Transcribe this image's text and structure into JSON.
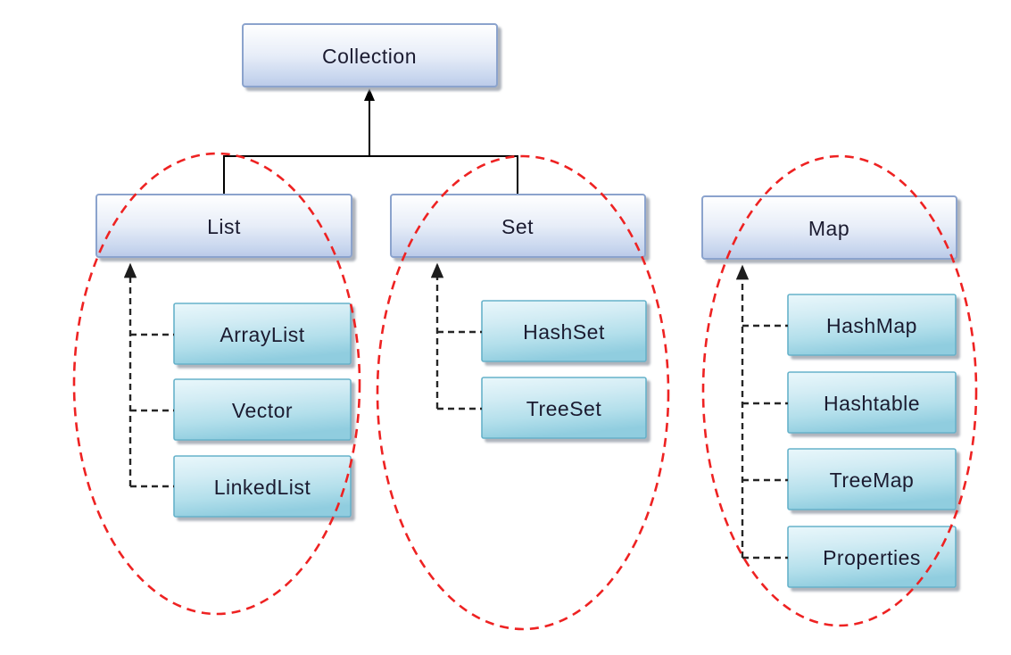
{
  "diagram": {
    "root": {
      "label": "Collection"
    },
    "groups": [
      {
        "parent": {
          "label": "List"
        },
        "children": [
          {
            "label": "ArrayList"
          },
          {
            "label": "Vector"
          },
          {
            "label": "LinkedList"
          }
        ],
        "outlined": true,
        "connected_to_root": true
      },
      {
        "parent": {
          "label": "Set"
        },
        "children": [
          {
            "label": "HashSet"
          },
          {
            "label": "TreeSet"
          }
        ],
        "outlined": true,
        "connected_to_root": true
      },
      {
        "parent": {
          "label": "Map"
        },
        "children": [
          {
            "label": "HashMap"
          },
          {
            "label": "Hashtable"
          },
          {
            "label": "TreeMap"
          },
          {
            "label": "Properties"
          }
        ],
        "outlined": true,
        "connected_to_root": false
      }
    ],
    "colors": {
      "parent_box_top": "#ffffff",
      "parent_box_bottom": "#bac9e8",
      "parent_box_border": "#8ba3cd",
      "child_box_top": "#e8f6fa",
      "child_box_bottom": "#93cedf",
      "child_box_border": "#66b2ca",
      "group_ellipse": "#ee2222",
      "connector_solid": "#000000",
      "connector_dashed": "#262626",
      "label_text": "#1b1b30",
      "background": "#ffffff"
    }
  }
}
